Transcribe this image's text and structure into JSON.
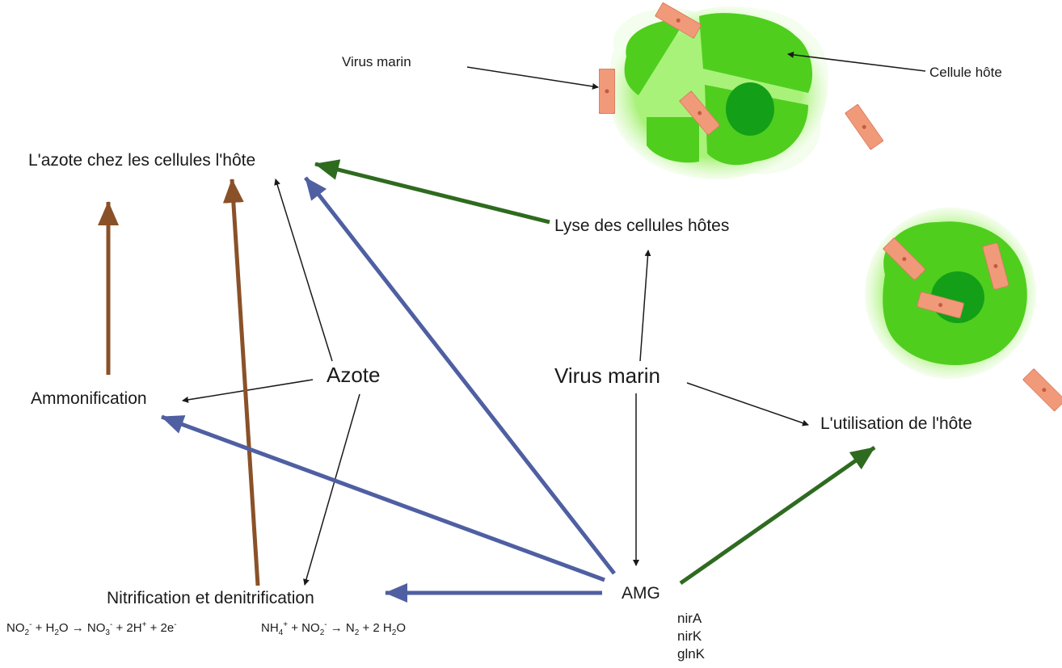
{
  "nodes": {
    "host_nitrogen": "L'azote chez les cellules l'hôte",
    "ammonification": "Ammonification",
    "nitrogen": "Azote",
    "virus_center": "Virus marin",
    "host_lysis": "Lyse des cellules hôtes",
    "host_use": "L'utilisation de l'hôte",
    "nitrification": "Nitrification et denitrification",
    "amg": "AMG"
  },
  "genes": [
    "nirA",
    "nirK",
    "glnK"
  ],
  "equations": {
    "nitrification": {
      "a": "NO",
      "b": "2",
      "c": "-",
      "d": " + H",
      "e": "2",
      "f": "O → NO",
      "g": "3",
      "h": "-",
      "i": " + 2H",
      "j": "+",
      "k": " + 2e",
      "l": "-"
    },
    "denitrification": {
      "a": "NH",
      "b": "4",
      "c": "+",
      "d": " + NO",
      "e": "2",
      "f": "-",
      "g": " → N",
      "h": "2",
      "i": " + 2 H",
      "j": "2",
      "k": "O"
    }
  },
  "illustration_labels": {
    "virus": "Virus marin",
    "host_cell": "Cellule hôte"
  },
  "colors": {
    "brown_arrow": "#8a5128",
    "blue_arrow": "#4f5fa2",
    "green_arrow": "#2e6b1f",
    "black_arrow": "#1a1a1a",
    "cell_green": "#4fce1e",
    "cell_nucleus": "#13a018",
    "virus_pink": "#f09a7a"
  }
}
